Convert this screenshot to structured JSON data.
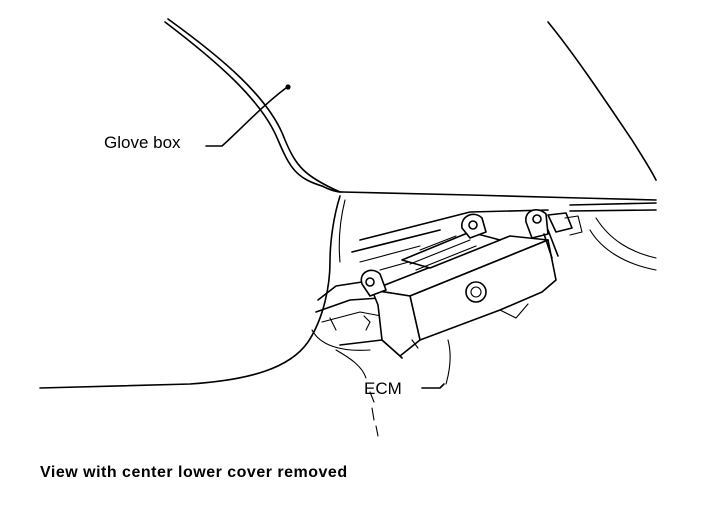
{
  "labels": {
    "glove_box": "Glove box",
    "ecm": "ECM"
  },
  "caption": "View with center lower cover removed",
  "colors": {
    "line": "#000000",
    "background": "#ffffff"
  }
}
